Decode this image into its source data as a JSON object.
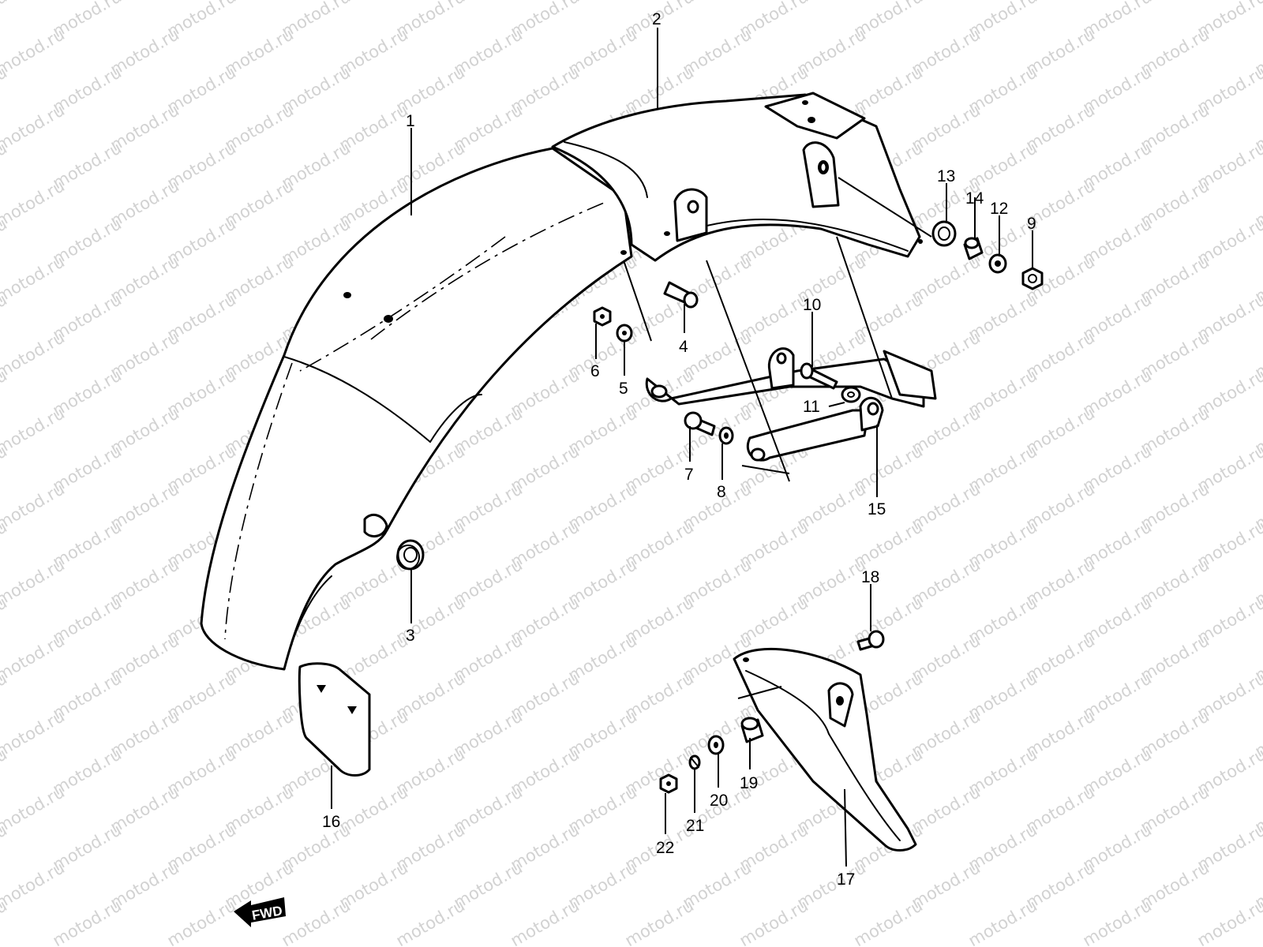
{
  "diagram": {
    "watermark": "motod.ru",
    "fwd_label": "FWD",
    "callouts": [
      {
        "id": "lbl-1",
        "text": "1"
      },
      {
        "id": "lbl-2",
        "text": "2"
      },
      {
        "id": "lbl-3",
        "text": "3"
      },
      {
        "id": "lbl-4",
        "text": "4"
      },
      {
        "id": "lbl-5",
        "text": "5"
      },
      {
        "id": "lbl-6",
        "text": "6"
      },
      {
        "id": "lbl-7",
        "text": "7"
      },
      {
        "id": "lbl-8",
        "text": "8"
      },
      {
        "id": "lbl-9",
        "text": "9"
      },
      {
        "id": "lbl-10",
        "text": "10"
      },
      {
        "id": "lbl-11",
        "text": "11"
      },
      {
        "id": "lbl-12",
        "text": "12"
      },
      {
        "id": "lbl-13",
        "text": "13"
      },
      {
        "id": "lbl-14",
        "text": "14"
      },
      {
        "id": "lbl-15",
        "text": "15"
      },
      {
        "id": "lbl-16",
        "text": "16"
      },
      {
        "id": "lbl-17",
        "text": "17"
      },
      {
        "id": "lbl-18",
        "text": "18"
      },
      {
        "id": "lbl-19",
        "text": "19"
      },
      {
        "id": "lbl-20",
        "text": "20"
      },
      {
        "id": "lbl-21",
        "text": "21"
      },
      {
        "id": "lbl-22",
        "text": "22"
      }
    ]
  }
}
